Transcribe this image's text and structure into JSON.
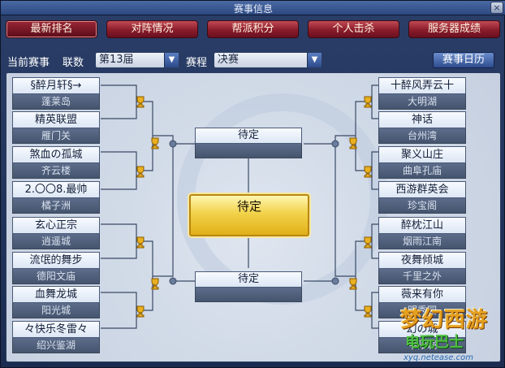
{
  "window": {
    "title": "赛事信息",
    "close_label": "×"
  },
  "tabs": [
    {
      "label": "最新排名",
      "active": true
    },
    {
      "label": "对阵情况",
      "active": false
    },
    {
      "label": "帮派积分",
      "active": false
    },
    {
      "label": "个人击杀",
      "active": false
    },
    {
      "label": "服务器成绩",
      "active": false
    }
  ],
  "filter": {
    "current_label": "当前赛事",
    "season_label": "联数",
    "season_value": "第13届",
    "stage_label": "赛程",
    "stage_value": "决赛",
    "calendar_button": "赛事日历"
  },
  "bracket": {
    "left_teams": [
      {
        "name": "§醉月轩§→",
        "server": "蓬莱岛"
      },
      {
        "name": "精英联盟",
        "server": "雁门关"
      },
      {
        "name": "煞血の孤城",
        "server": "齐云楼"
      },
      {
        "name": "2.〇〇8.最帅",
        "server": "橘子洲"
      },
      {
        "name": "玄心正宗",
        "server": "逍遥城"
      },
      {
        "name": "流氓的舞步",
        "server": "德阳文庙"
      },
      {
        "name": "血舞龙城",
        "server": "阳光城"
      },
      {
        "name": "々快乐冬雷々",
        "server": "绍兴鉴湖"
      }
    ],
    "right_teams": [
      {
        "name": "十醉风弄云十",
        "server": "大明湖"
      },
      {
        "name": "神话",
        "server": "台州湾"
      },
      {
        "name": "聚义山庄",
        "server": "曲阜孔庙"
      },
      {
        "name": "西游群英会",
        "server": "珍宝阁"
      },
      {
        "name": "醉枕江山",
        "server": "烟雨江南"
      },
      {
        "name": "夜舞倾城",
        "server": "千里之外"
      },
      {
        "name": "薇来有你",
        "server": "明秀园"
      },
      {
        "name": "幻の城",
        "server": "平阳城"
      }
    ],
    "semi_top": "待定",
    "semi_bottom": "待定",
    "final": "待定"
  },
  "watermark": {
    "main": "梦幻西游",
    "sub": "电玩巴士",
    "url": "xyq.netease.com"
  },
  "colors": {
    "tab_red": "#8a1c2a",
    "final_gold": "#f2d24a",
    "navy": "#1c2c50"
  }
}
